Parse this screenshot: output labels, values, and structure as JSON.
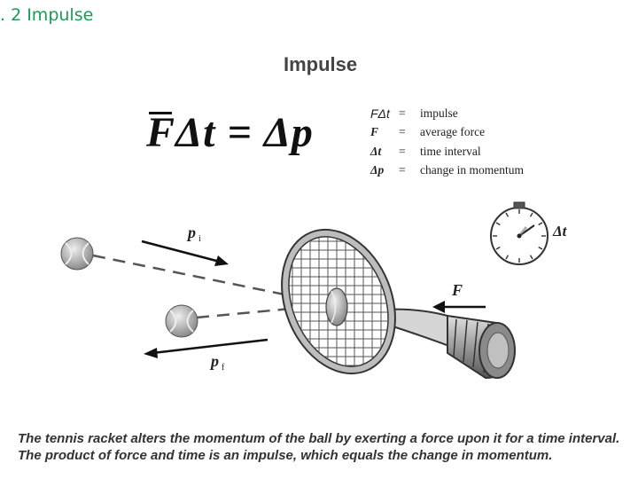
{
  "slide": {
    "title": ". 2 Impulse"
  },
  "figure": {
    "heading": "Impulse",
    "equation": "FΔt = Δp",
    "legend": [
      {
        "symbol": "FΔt",
        "eq": "=",
        "definition": "impulse"
      },
      {
        "symbol": "F",
        "eq": "=",
        "definition": "average force"
      },
      {
        "symbol": "Δt",
        "eq": "=",
        "definition": "time interval"
      },
      {
        "symbol": "Δp",
        "eq": "=",
        "definition": "change in momentum"
      }
    ],
    "labels": {
      "p_initial": "p",
      "p_initial_sub": "i",
      "p_final": "p",
      "p_final_sub": "f",
      "force": "F",
      "delta_t": "Δt"
    },
    "caption": [
      "The tennis racket alters the momentum of the ball by exerting a force upon it for a time interval.",
      "The product of force and time is an impulse, which equals the change in momentum."
    ]
  }
}
